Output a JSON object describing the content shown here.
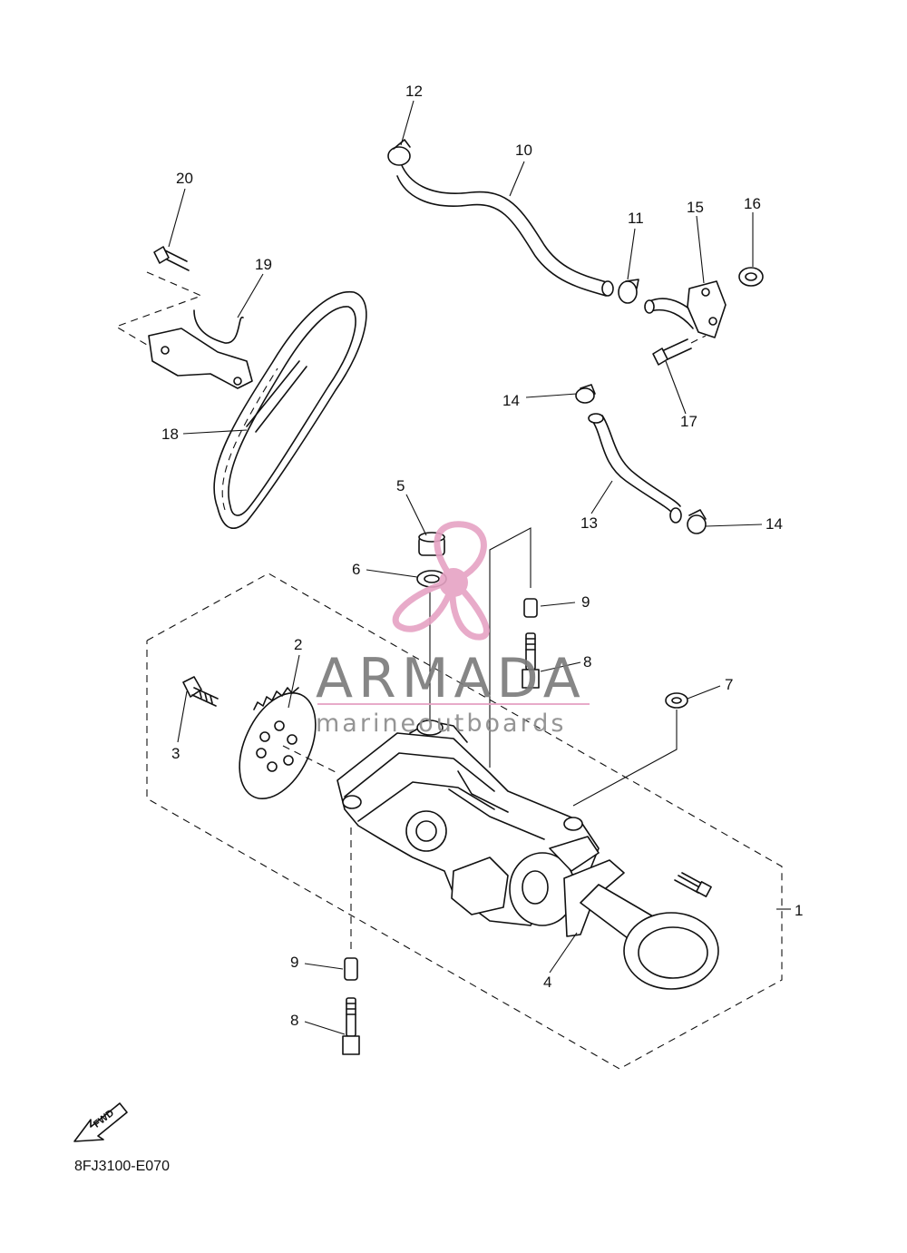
{
  "diagram": {
    "callouts": [
      {
        "id": "c1",
        "text": "1"
      },
      {
        "id": "c2",
        "text": "2"
      },
      {
        "id": "c3",
        "text": "3"
      },
      {
        "id": "c4",
        "text": "4"
      },
      {
        "id": "c5",
        "text": "5"
      },
      {
        "id": "c6",
        "text": "6"
      },
      {
        "id": "c7",
        "text": "7"
      },
      {
        "id": "c8a",
        "text": "8"
      },
      {
        "id": "c8b",
        "text": "8"
      },
      {
        "id": "c9a",
        "text": "9"
      },
      {
        "id": "c9b",
        "text": "9"
      },
      {
        "id": "c10",
        "text": "10"
      },
      {
        "id": "c11",
        "text": "11"
      },
      {
        "id": "c12",
        "text": "12"
      },
      {
        "id": "c13",
        "text": "13"
      },
      {
        "id": "c14a",
        "text": "14"
      },
      {
        "id": "c14b",
        "text": "14"
      },
      {
        "id": "c15",
        "text": "15"
      },
      {
        "id": "c16",
        "text": "16"
      },
      {
        "id": "c17",
        "text": "17"
      },
      {
        "id": "c18",
        "text": "18"
      },
      {
        "id": "c19",
        "text": "19"
      },
      {
        "id": "c20",
        "text": "20"
      }
    ],
    "diagram_code": "8FJ3100-E070",
    "fwd_label": "FWD"
  },
  "watermark": {
    "brand": "ARMADA",
    "tagline": "marineoutboards",
    "brand_color": "#e6a3c4",
    "text_color": "#7a7a7a"
  }
}
